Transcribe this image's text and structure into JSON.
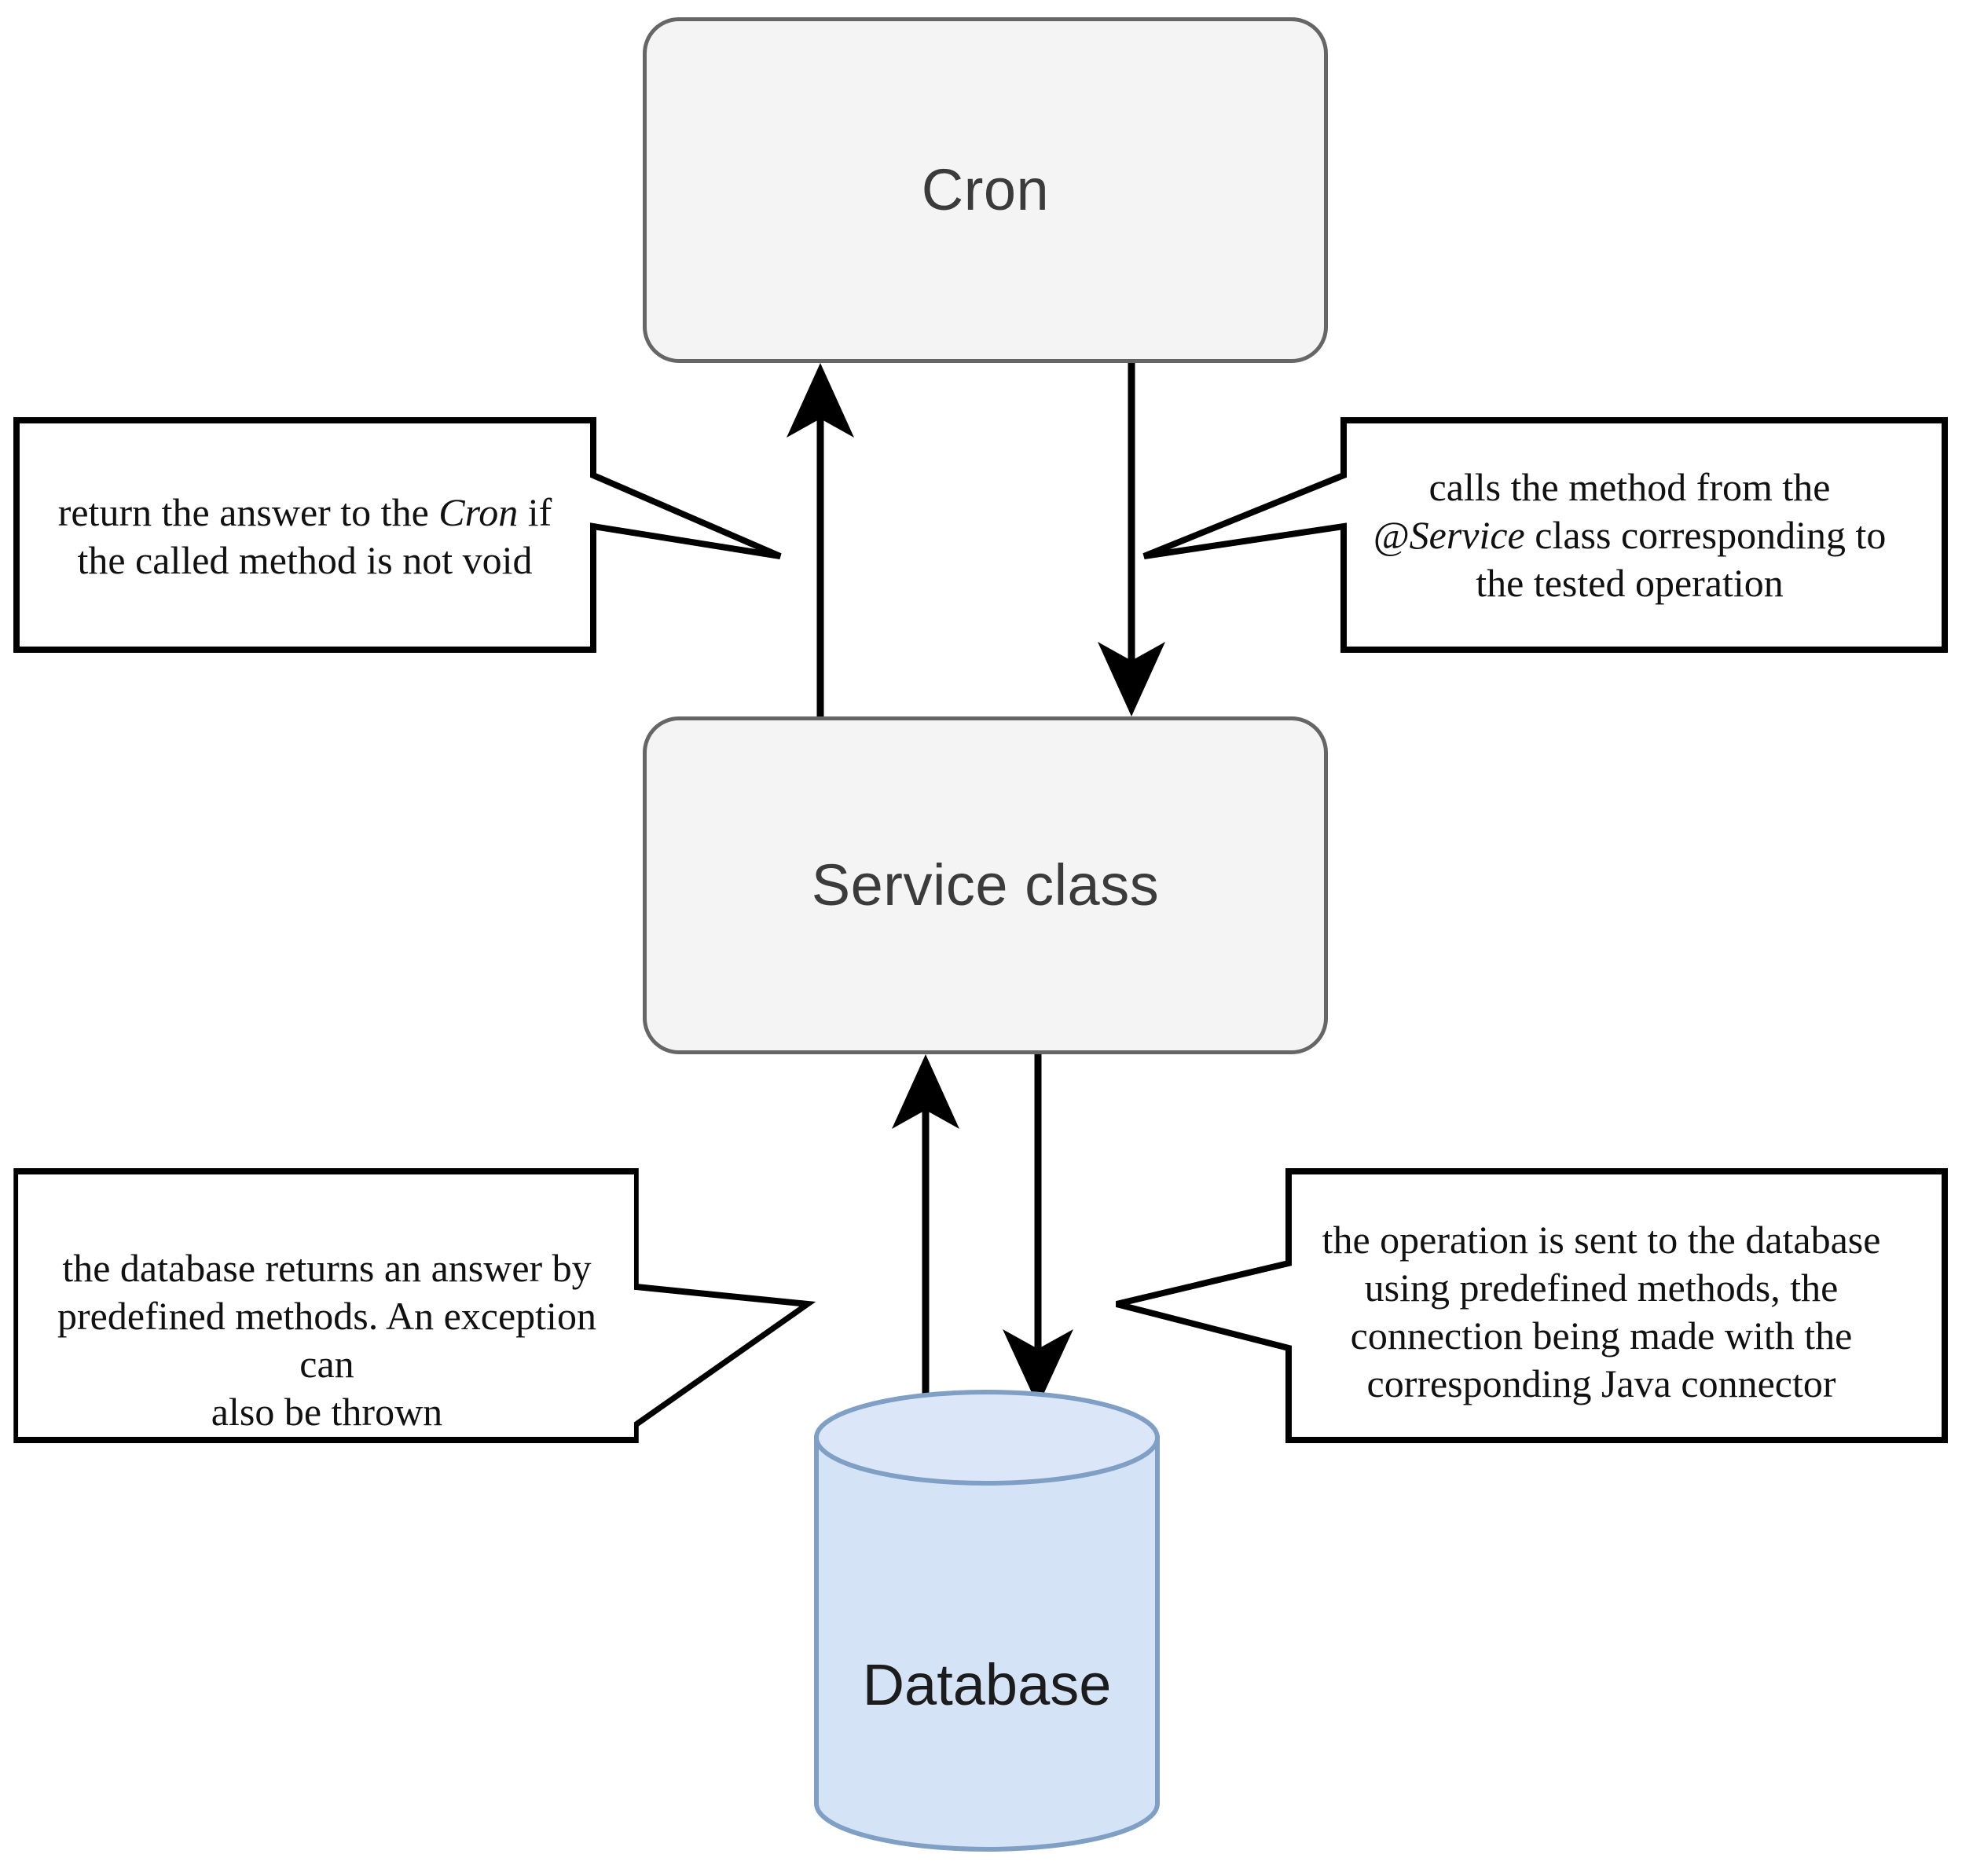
{
  "diagram": {
    "title": "Cron to Service class to Database interaction flow",
    "colors": {
      "node_fill": "#f4f4f4",
      "node_border": "#666666",
      "node_text": "#3b3b3b",
      "database_fill": "#d5e3f7",
      "database_border": "#7f9fc4",
      "arrow": "#000000",
      "callout_border": "#000000",
      "callout_fill": "#ffffff"
    },
    "nodes": [
      {
        "id": "cron",
        "label": "Cron",
        "shape": "rounded-rectangle"
      },
      {
        "id": "service",
        "label": "Service class",
        "shape": "rounded-rectangle"
      },
      {
        "id": "database",
        "label": "Database",
        "shape": "cylinder"
      }
    ],
    "edges": [
      {
        "id": "service-to-cron",
        "from": "service",
        "to": "cron",
        "direction": "up"
      },
      {
        "id": "cron-to-service",
        "from": "cron",
        "to": "service",
        "direction": "down"
      },
      {
        "id": "database-to-service",
        "from": "database",
        "to": "service",
        "direction": "up"
      },
      {
        "id": "service-to-database",
        "from": "service",
        "to": "database",
        "direction": "down"
      }
    ],
    "callouts": {
      "return_to_cron": {
        "line1": "return the answer to the ",
        "emphasis1": "Cron",
        "line1_tail": " if",
        "line2": "the called method is not void",
        "plain": "return the answer to the Cron if the called method is not void",
        "points_to": "service-to-cron"
      },
      "calls_service_method": {
        "line1": "calls the method from the",
        "emphasis1": "@Service",
        "line2_tail": " class corresponding to",
        "line3": "the tested operation",
        "plain": "calls the method from the @Service class corresponding to the tested operation",
        "points_to": "cron-to-service"
      },
      "database_returns": {
        "line1": "the database returns an answer by",
        "line2": "predefined methods. An exception can",
        "line3": "also be thrown",
        "plain": "the database returns an answer by predefined methods. An exception can also be thrown",
        "points_to": "database-to-service"
      },
      "operation_sent": {
        "line1": "the operation is sent to the database",
        "line2": "using predefined methods, the",
        "line3": "connection being made with the",
        "line4": "corresponding Java connector",
        "plain": "the operation is sent to the database using predefined methods, the connection being made with the corresponding Java connector",
        "points_to": "service-to-database"
      }
    }
  }
}
